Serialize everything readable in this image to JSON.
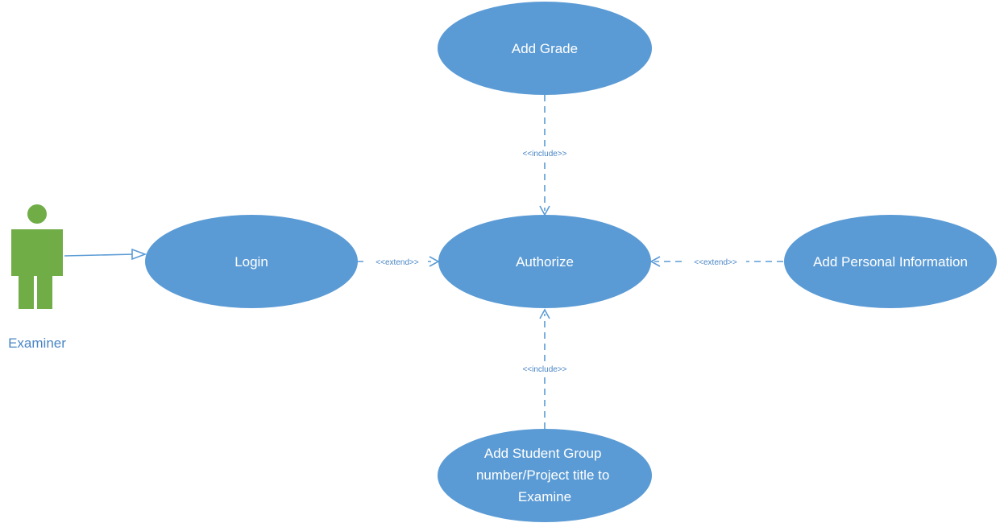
{
  "colors": {
    "use_case_fill": "#5b9bd5",
    "use_case_text": "#ffffff",
    "connector": "#5b9bd5",
    "actor_fill": "#70ad47",
    "actor_label": "#4a86c5"
  },
  "actor": {
    "label": "Examiner",
    "icon": "stick-figure-icon"
  },
  "use_cases": {
    "add_grade": [
      "Add Grade"
    ],
    "login": [
      "Login"
    ],
    "authorize": [
      "Authorize"
    ],
    "add_personal_information": [
      "Add Personal Information"
    ],
    "add_student_group": [
      "Add Student Group",
      "number/Project title to",
      "Examine"
    ]
  },
  "relationships": {
    "grade_include": "<<include>>",
    "login_extend": "<<extend>>",
    "personal_extend": "<<extend>>",
    "student_include": "<<include>>"
  }
}
